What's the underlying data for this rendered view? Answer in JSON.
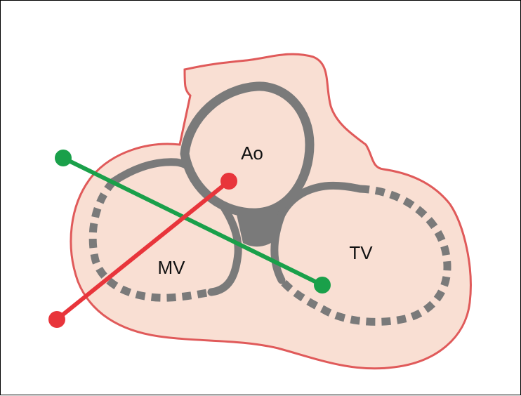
{
  "labels": {
    "aorta": "Ao",
    "mitral_valve": "MV",
    "tricuspid_valve": "TV"
  },
  "colors": {
    "heart_fill": "#f9dfd3",
    "heart_outline": "#e05a5a",
    "annulus": "#7a7a7a",
    "green_line": "#1aa04a",
    "red_line": "#e8353b",
    "background": "#ffffff",
    "border": "#000000"
  }
}
